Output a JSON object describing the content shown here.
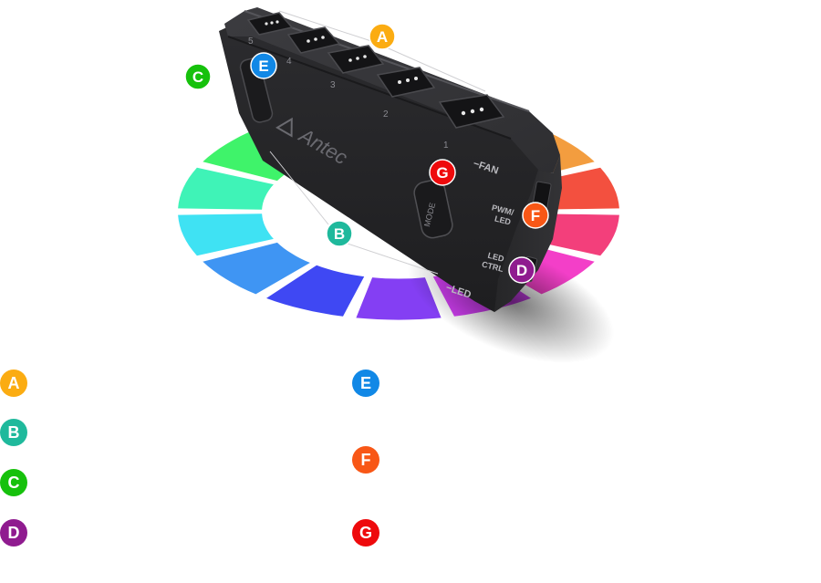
{
  "colors": {
    "A": "#fbac12",
    "B": "#1fb99c",
    "C": "#16c10c",
    "D": "#8f1b8f",
    "E": "#1188e6",
    "F": "#f85716",
    "G": "#ee0a0c",
    "hub_body": "#2a2a2c",
    "hub_top": "#3a3a3d"
  },
  "device": {
    "brand": "Antec",
    "fan_label": "FAN",
    "led_label": "LED",
    "mode_label": "MODE",
    "pwm_led_label": "PWM/\nLED",
    "led_ctrl_label": "LED\nCTRL",
    "port_numbers": [
      "1",
      "2",
      "3",
      "4",
      "5"
    ]
  },
  "callouts": [
    "A",
    "B",
    "C",
    "D",
    "E",
    "F",
    "G"
  ],
  "legend": {
    "left": [
      "A",
      "B",
      "C",
      "D"
    ],
    "right": [
      "E",
      "F",
      "G"
    ]
  },
  "icons": {
    "wheel": "rgb-color-wheel-icon",
    "hub": "fan-hub-device-icon"
  }
}
